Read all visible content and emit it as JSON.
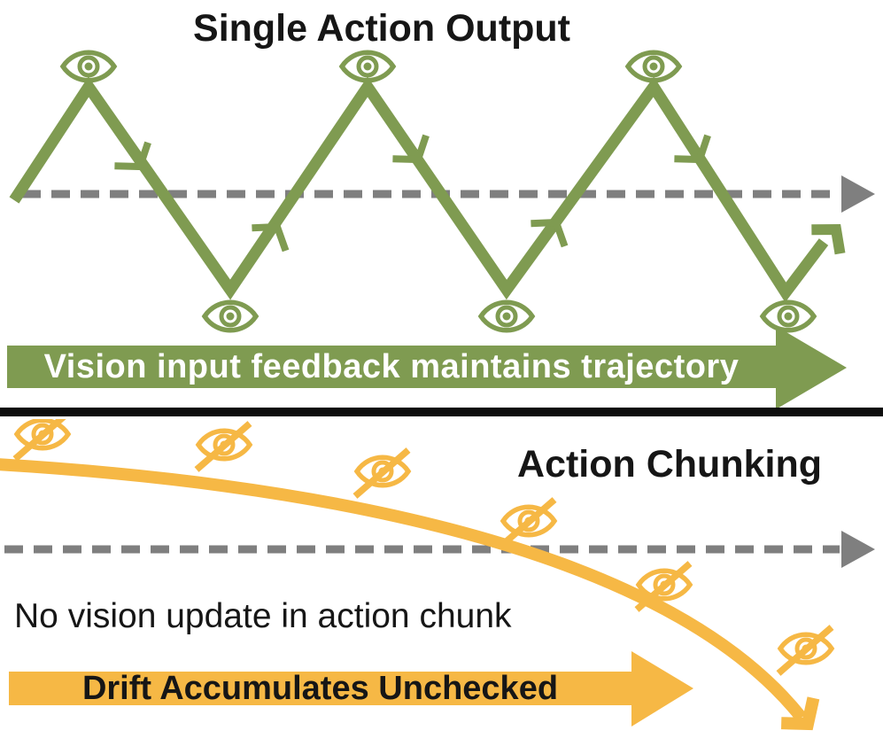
{
  "colors": {
    "green": "#7f9b51",
    "yellow": "#f6b845",
    "gray": "#7f7f7f",
    "ink": "#161616",
    "banner_top_text": "#ffffff",
    "divider": "#0d0d0d",
    "background": "#ffffff"
  },
  "top_panel": {
    "title": "Single Action Output",
    "banner_label": "Vision input feedback maintains trajectory",
    "icons": {
      "vision_checkpoint": "eye-icon",
      "direction_marker": "chevron-arrow-icon",
      "trajectory_end": "arrowhead-icon",
      "baseline_end": "arrowhead-icon"
    }
  },
  "bottom_panel": {
    "title": "Action Chunking",
    "note": "No vision update in action chunk",
    "banner_label": "Drift Accumulates Unchecked",
    "icons": {
      "no_vision_checkpoint": "eye-slash-icon",
      "drift_end": "arrowhead-icon",
      "baseline_end": "arrowhead-icon"
    }
  }
}
